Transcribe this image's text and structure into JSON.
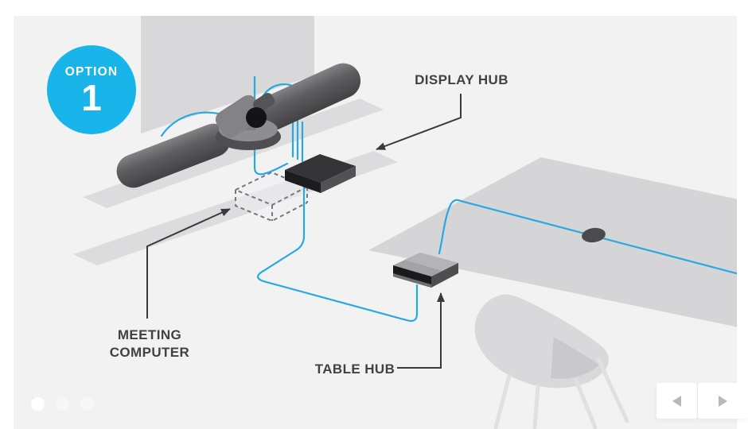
{
  "badge": {
    "label": "OPTION",
    "number": "1"
  },
  "annotations": {
    "display_hub": "DISPLAY HUB",
    "meeting_computer": "MEETING COMPUTER",
    "table_hub": "TABLE HUB"
  },
  "carousel": {
    "total_dots": 3,
    "active_dot": 1
  },
  "nav": {
    "prev_icon": "left-triangle",
    "next_icon": "right-triangle"
  },
  "colors": {
    "accent_blue": "#19b5ea",
    "cable_blue": "#29a8e0",
    "canvas_background": "#f2f2f3",
    "surface_gray": "#d5d5d7",
    "shelf_gray": "#dcdcde",
    "device_dark": "#49494b",
    "annotation_text": "#414144",
    "arrow_color": "#3a3a3c",
    "nav_arrow_gray": "#b5b8bc"
  }
}
